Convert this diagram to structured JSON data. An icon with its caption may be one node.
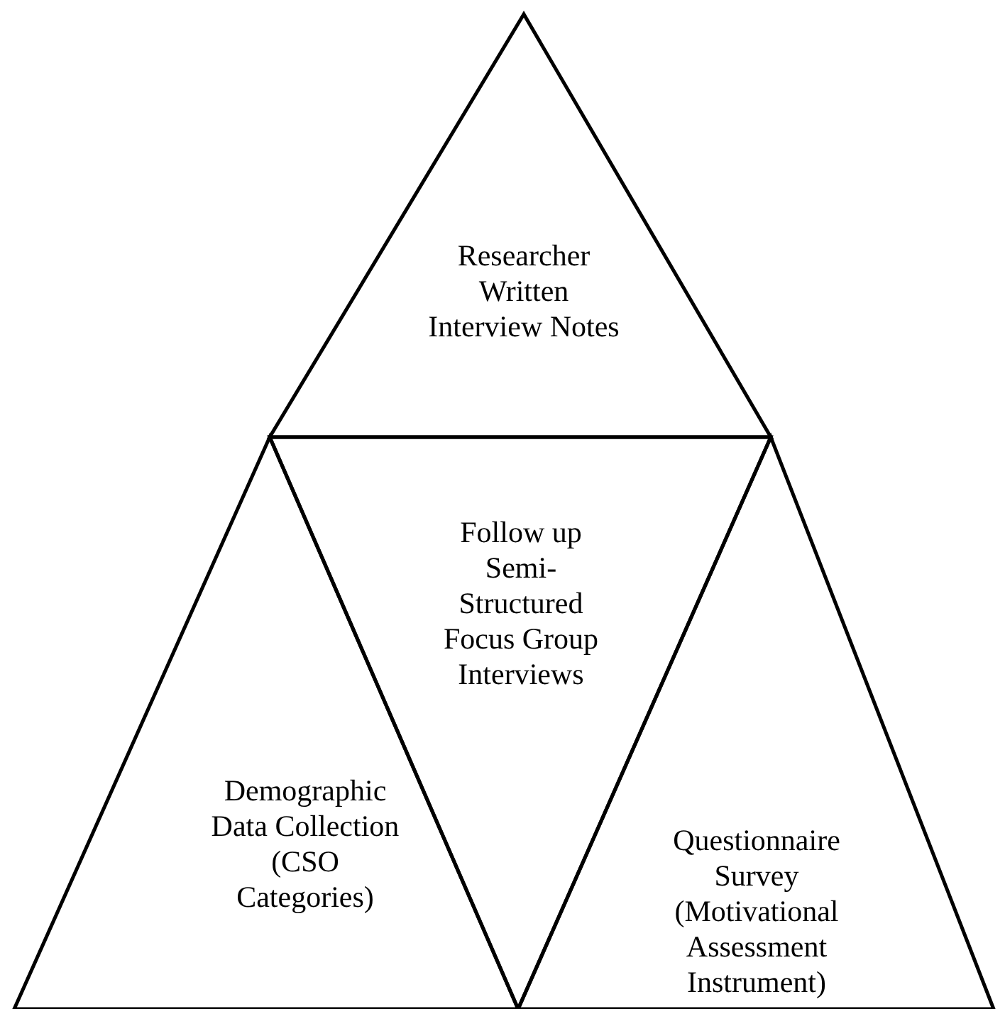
{
  "diagram": {
    "nodes": [
      {
        "text": [
          "Researcher Written Interview Notes"
        ]
      },
      {
        "text": [
          "Demographic Data Collection (CSO Categories)"
        ]
      },
      {
        "text": [
          "Follow up Semi-Structured Focus Group Interviews"
        ]
      },
      {
        "text": [
          "Questionnaire Survey (Motivational Assessment Instrument)"
        ]
      }
    ]
  }
}
